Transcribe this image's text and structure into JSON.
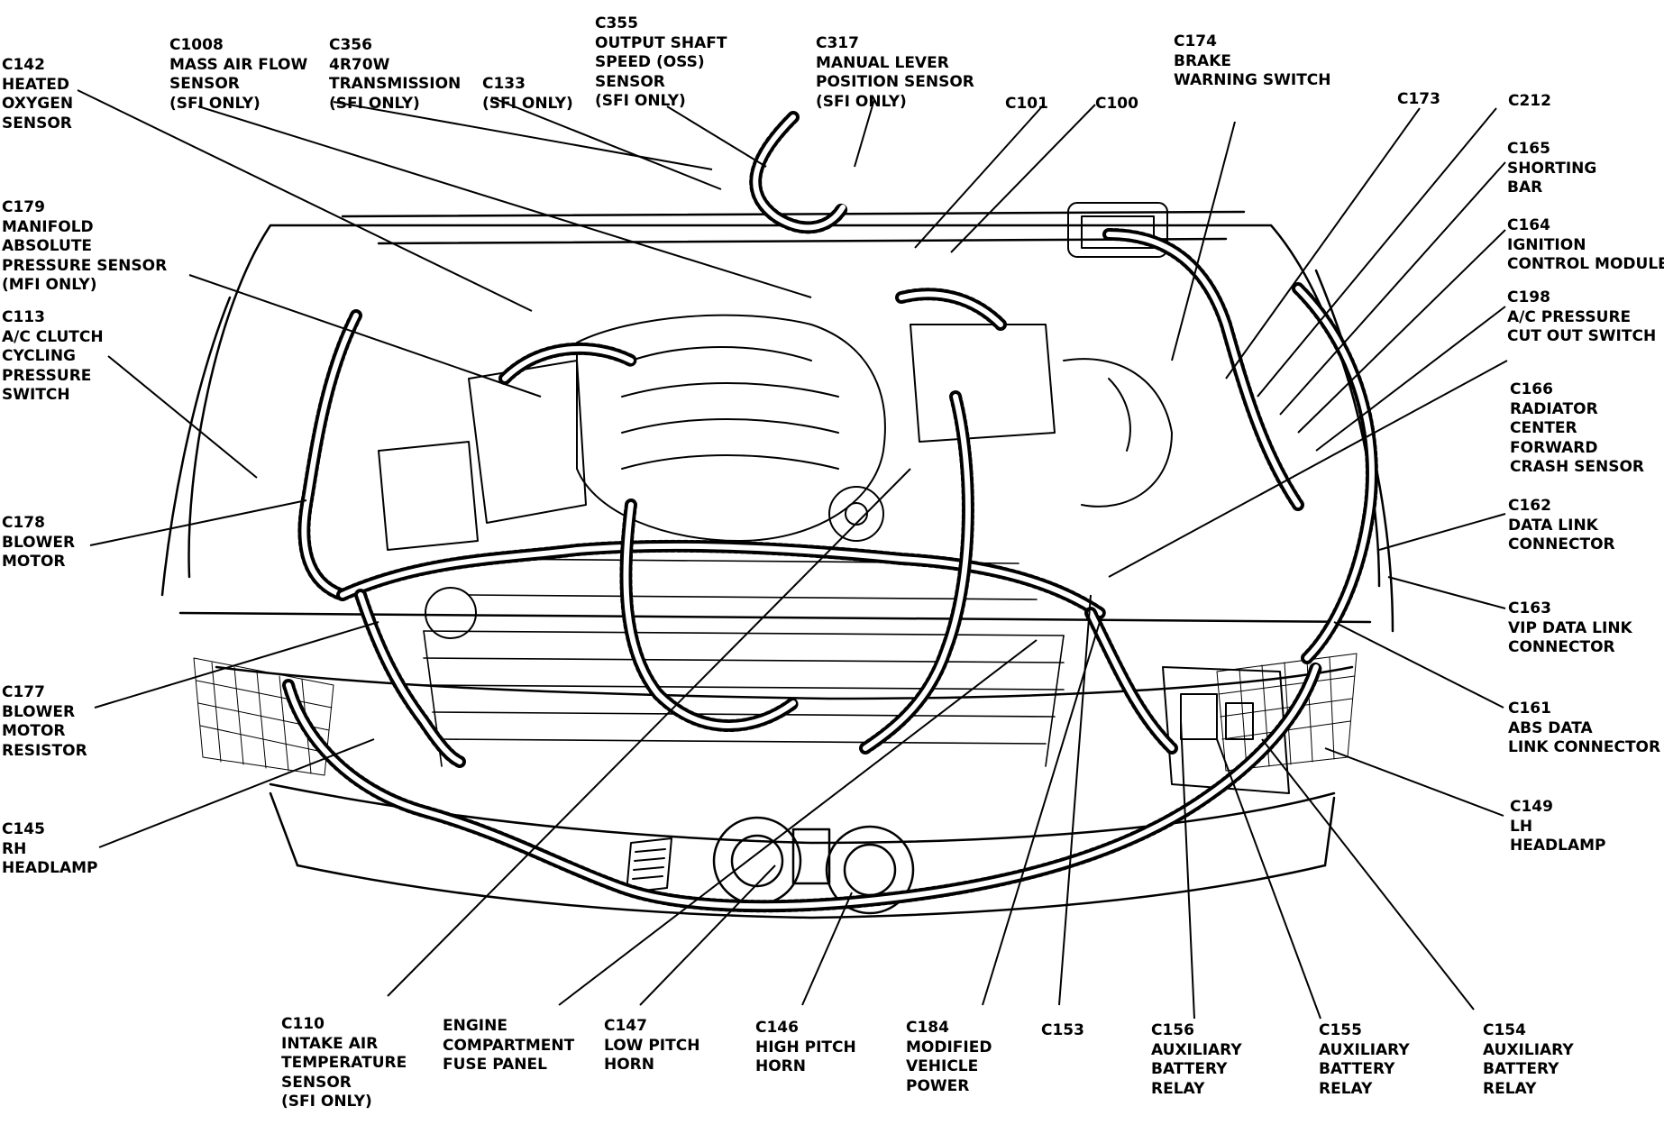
{
  "callouts": [
    {
      "id": "c142",
      "lines": [
        "C142",
        "HEATED",
        "OXYGEN",
        "SENSOR"
      ]
    },
    {
      "id": "c1008",
      "lines": [
        "C1008",
        "MASS AIR FLOW",
        "SENSOR",
        "(SFI ONLY)"
      ]
    },
    {
      "id": "c356",
      "lines": [
        "C356",
        "4R70W",
        "TRANSMISSION",
        "(SFI ONLY)"
      ]
    },
    {
      "id": "c133",
      "lines": [
        "C133",
        "(SFI ONLY)"
      ]
    },
    {
      "id": "c355",
      "lines": [
        "C355",
        "OUTPUT SHAFT",
        "SPEED (OSS)",
        "SENSOR",
        "(SFI ONLY)"
      ]
    },
    {
      "id": "c317",
      "lines": [
        "C317",
        "MANUAL LEVER",
        "POSITION SENSOR",
        "(SFI ONLY)"
      ]
    },
    {
      "id": "c101",
      "lines": [
        "C101"
      ]
    },
    {
      "id": "c100",
      "lines": [
        "C100"
      ]
    },
    {
      "id": "c174",
      "lines": [
        "C174",
        "BRAKE",
        "WARNING SWITCH"
      ]
    },
    {
      "id": "c173",
      "lines": [
        "C173"
      ]
    },
    {
      "id": "c212",
      "lines": [
        "C212"
      ]
    },
    {
      "id": "c165",
      "lines": [
        "C165",
        "SHORTING",
        "BAR"
      ]
    },
    {
      "id": "c164",
      "lines": [
        "C164",
        "IGNITION",
        "CONTROL MODULE"
      ]
    },
    {
      "id": "c198",
      "lines": [
        "C198",
        "A/C PRESSURE",
        "CUT OUT SWITCH"
      ]
    },
    {
      "id": "c166",
      "lines": [
        "C166",
        "RADIATOR",
        "CENTER",
        "FORWARD",
        "CRASH SENSOR"
      ]
    },
    {
      "id": "c162",
      "lines": [
        "C162",
        "DATA LINK",
        "CONNECTOR"
      ]
    },
    {
      "id": "c163",
      "lines": [
        "C163",
        "VIP DATA LINK",
        "CONNECTOR"
      ]
    },
    {
      "id": "c161",
      "lines": [
        "C161",
        "ABS DATA",
        "LINK CONNECTOR"
      ]
    },
    {
      "id": "c149",
      "lines": [
        "C149",
        "LH",
        "HEADLAMP"
      ]
    },
    {
      "id": "c179",
      "lines": [
        "C179",
        "MANIFOLD",
        "ABSOLUTE",
        "PRESSURE SENSOR",
        "(MFI ONLY)"
      ]
    },
    {
      "id": "c113",
      "lines": [
        "C113",
        "A/C CLUTCH",
        "CYCLING",
        "PRESSURE",
        "SWITCH"
      ]
    },
    {
      "id": "c178",
      "lines": [
        "C178",
        "BLOWER",
        "MOTOR"
      ]
    },
    {
      "id": "c177",
      "lines": [
        "C177",
        "BLOWER",
        "MOTOR",
        "RESISTOR"
      ]
    },
    {
      "id": "c145",
      "lines": [
        "C145",
        "RH",
        "HEADLAMP"
      ]
    },
    {
      "id": "c110",
      "lines": [
        "C110",
        "INTAKE AIR",
        "TEMPERATURE",
        "SENSOR",
        "(SFI ONLY)"
      ]
    },
    {
      "id": "fuse",
      "lines": [
        "ENGINE",
        "COMPARTMENT",
        "FUSE PANEL"
      ]
    },
    {
      "id": "c147",
      "lines": [
        "C147",
        "LOW PITCH",
        "HORN"
      ]
    },
    {
      "id": "c146",
      "lines": [
        "C146",
        "HIGH PITCH",
        "HORN"
      ]
    },
    {
      "id": "c184",
      "lines": [
        "C184",
        "MODIFIED",
        "VEHICLE",
        "POWER"
      ]
    },
    {
      "id": "c153",
      "lines": [
        "C153"
      ]
    },
    {
      "id": "c156",
      "lines": [
        "C156",
        "AUXILIARY",
        "BATTERY",
        "RELAY"
      ]
    },
    {
      "id": "c155",
      "lines": [
        "C155",
        "AUXILIARY",
        "BATTERY",
        "RELAY"
      ]
    },
    {
      "id": "c154",
      "lines": [
        "C154",
        "AUXILIARY",
        "BATTERY",
        "RELAY"
      ]
    }
  ]
}
